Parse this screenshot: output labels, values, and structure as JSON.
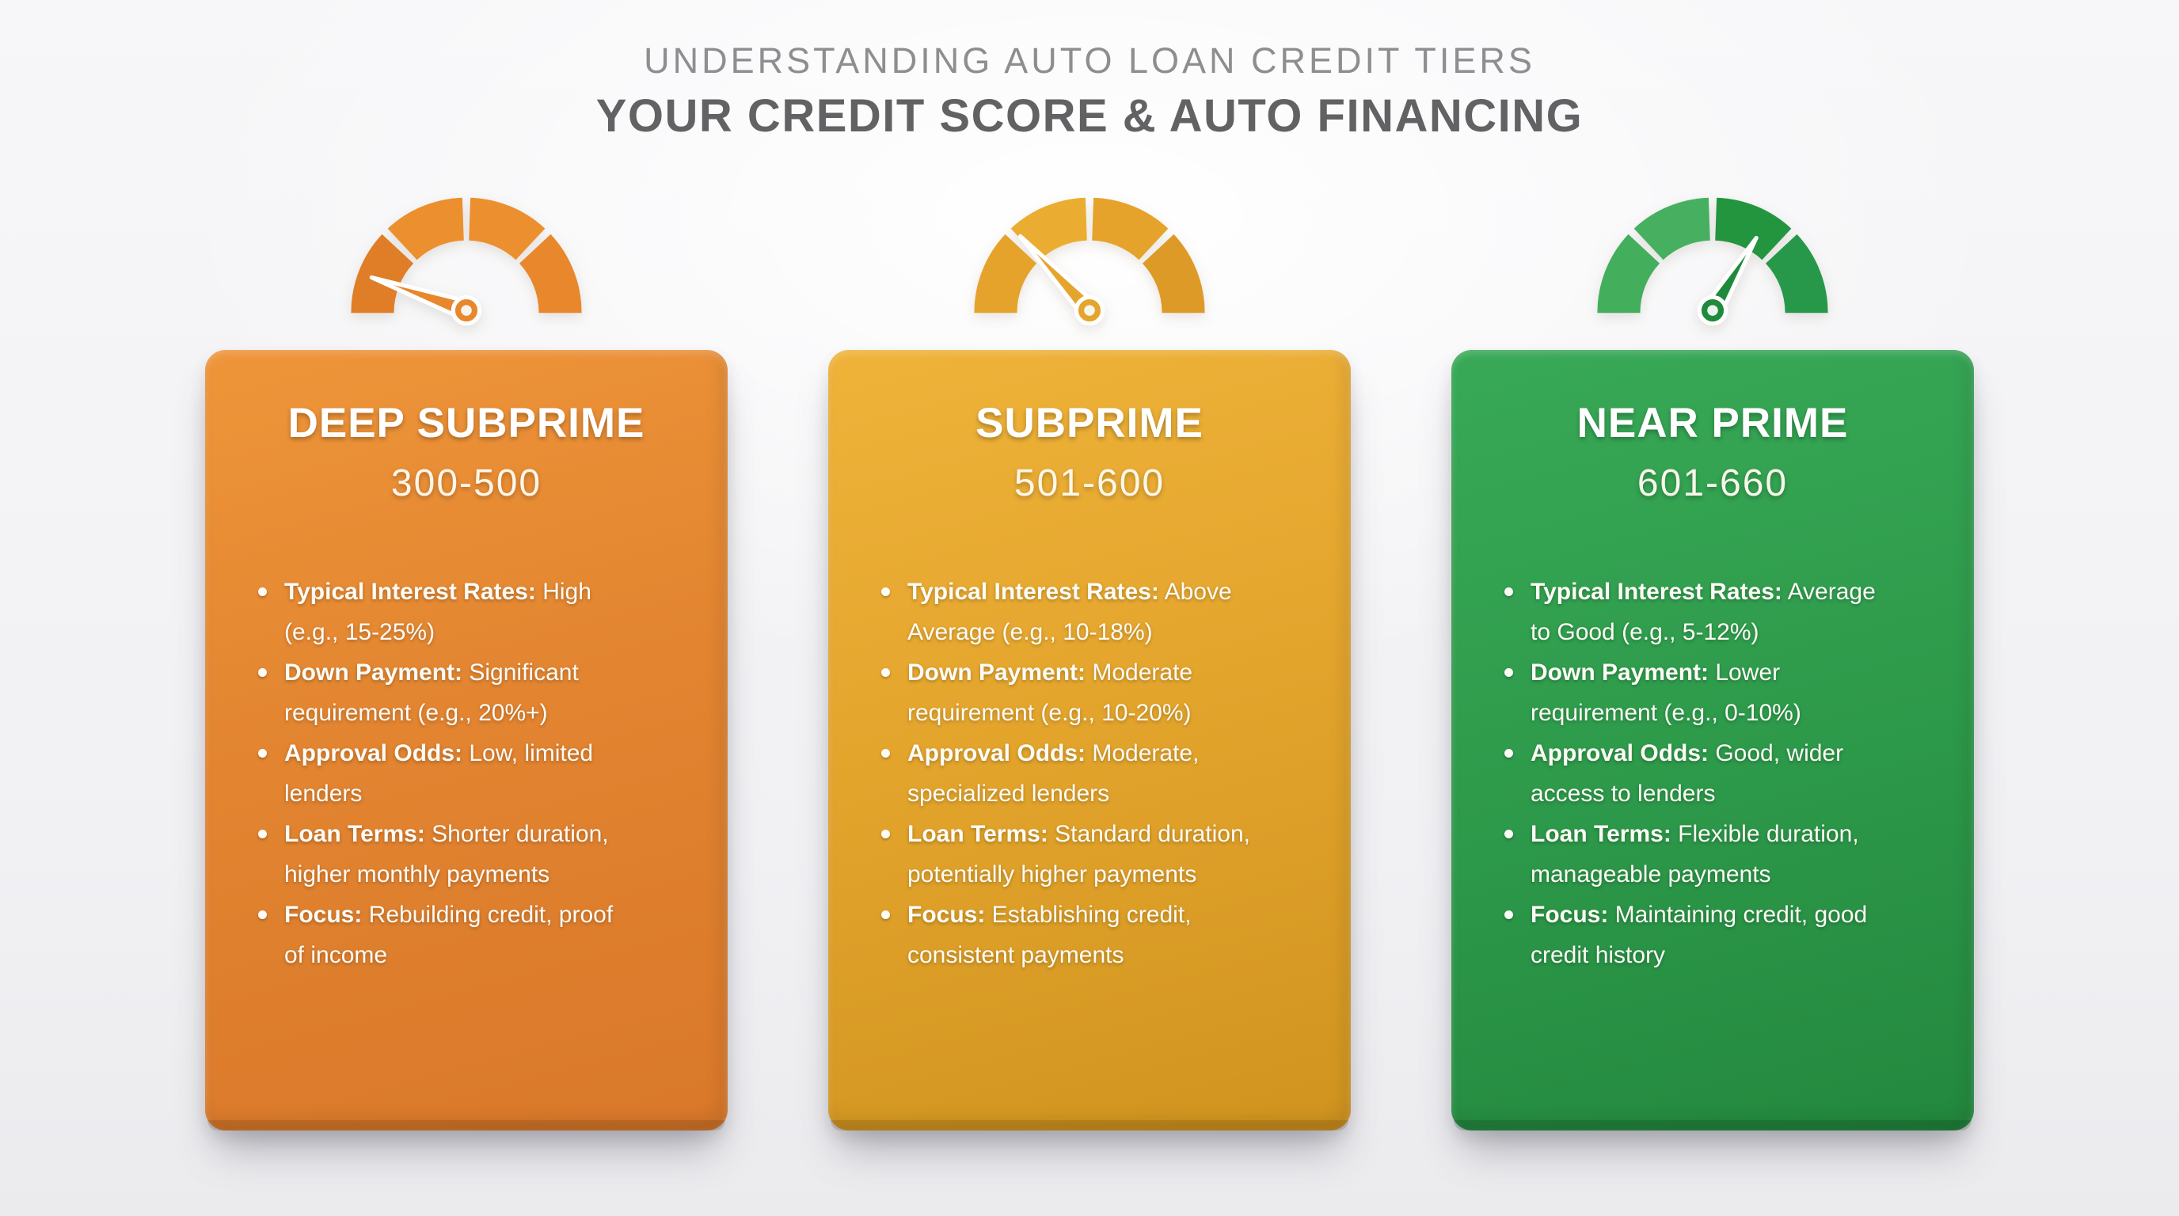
{
  "header": {
    "subtitle": "UNDERSTANDING AUTO LOAN CREDIT TIERS",
    "title": "YOUR CREDIT SCORE & AUTO FINANCING"
  },
  "cards": [
    {
      "name": "DEEP SUBPRIME",
      "range": "300-500",
      "color": "#E2852E",
      "gauge_icon": "speedometer-gauge-low-icon",
      "gauge_segments": [
        "#DF7E26",
        "#EC8F2E",
        "#EC8F2E",
        "#E8872B"
      ],
      "gauge_needle": "#E8872B",
      "items": [
        {
          "label": "Typical Interest Rates:",
          "text": " High (e.g., 15-25%)"
        },
        {
          "label": "Down Payment:",
          "text": " Significant requirement (e.g., 20%+)"
        },
        {
          "label": "Approval Odds:",
          "text": " Low, limited lenders"
        },
        {
          "label": "Loan Terms:",
          "text": " Shorter duration, higher monthly payments"
        },
        {
          "label": "Focus:",
          "text": " Rebuilding credit, proof of income"
        }
      ]
    },
    {
      "name": "SUBPRIME",
      "range": "501-600",
      "color": "#E3A42C",
      "gauge_icon": "speedometer-gauge-mid-low-icon",
      "gauge_segments": [
        "#E5A32B",
        "#EAAD31",
        "#E5A32B",
        "#DE9A26"
      ],
      "gauge_needle": "#E5A52D",
      "items": [
        {
          "label": "Typical Interest Rates:",
          "text": " Above Average (e.g., 10-18%)"
        },
        {
          "label": "Down Payment:",
          "text": " Moderate requirement (e.g., 10-20%)"
        },
        {
          "label": "Approval Odds:",
          "text": " Moderate, specialized lenders"
        },
        {
          "label": "Loan Terms:",
          "text": " Standard duration, potentially higher payments"
        },
        {
          "label": "Focus:",
          "text": " Establishing credit, consistent payments"
        }
      ]
    },
    {
      "name": "NEAR PRIME",
      "range": "601-660",
      "color": "#2E9B4B",
      "gauge_icon": "speedometer-gauge-high-icon",
      "gauge_segments": [
        "#43AE5C",
        "#46B060",
        "#23953F",
        "#27984A"
      ],
      "gauge_needle": "#1F8A3C",
      "items": [
        {
          "label": "Typical Interest Rates:",
          "text": " Average to Good (e.g., 5-12%)"
        },
        {
          "label": "Down Payment:",
          "text": " Lower requirement (e.g., 0-10%)"
        },
        {
          "label": "Approval Odds:",
          "text": " Good, wider access to lenders"
        },
        {
          "label": "Loan Terms:",
          "text": " Flexible duration, manageable payments"
        },
        {
          "label": "Focus:",
          "text": " Maintaining credit, good credit history"
        }
      ]
    }
  ]
}
